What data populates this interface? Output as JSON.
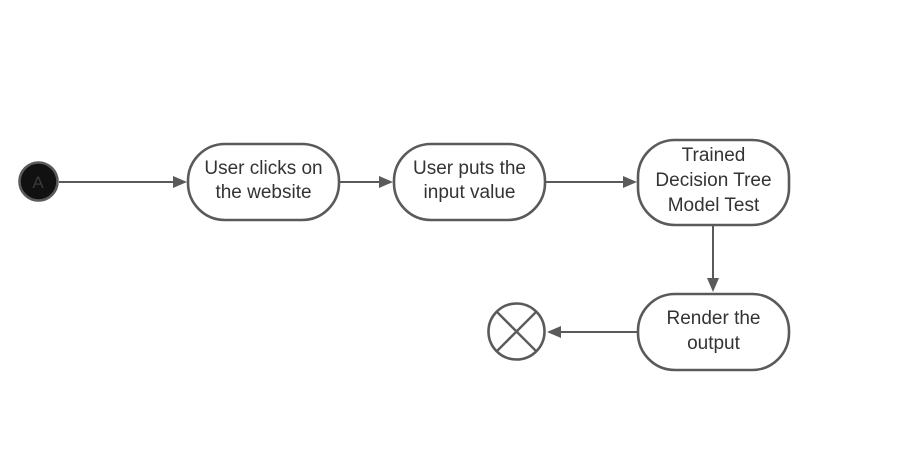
{
  "diagram": {
    "start": {
      "label": "A"
    },
    "nodes": [
      {
        "id": "user-clicks",
        "lines": [
          "User clicks on",
          "the website"
        ]
      },
      {
        "id": "user-input",
        "lines": [
          "User puts the",
          "input value"
        ]
      },
      {
        "id": "model-test",
        "lines": [
          "Trained",
          "Decision Tree",
          "Model Test"
        ]
      },
      {
        "id": "render-output",
        "lines": [
          "Render the",
          "output"
        ]
      }
    ],
    "edges": [
      {
        "from": "start",
        "to": "user-clicks"
      },
      {
        "from": "user-clicks",
        "to": "user-input"
      },
      {
        "from": "user-input",
        "to": "model-test"
      },
      {
        "from": "model-test",
        "to": "render-output"
      },
      {
        "from": "render-output",
        "to": "end"
      }
    ]
  }
}
